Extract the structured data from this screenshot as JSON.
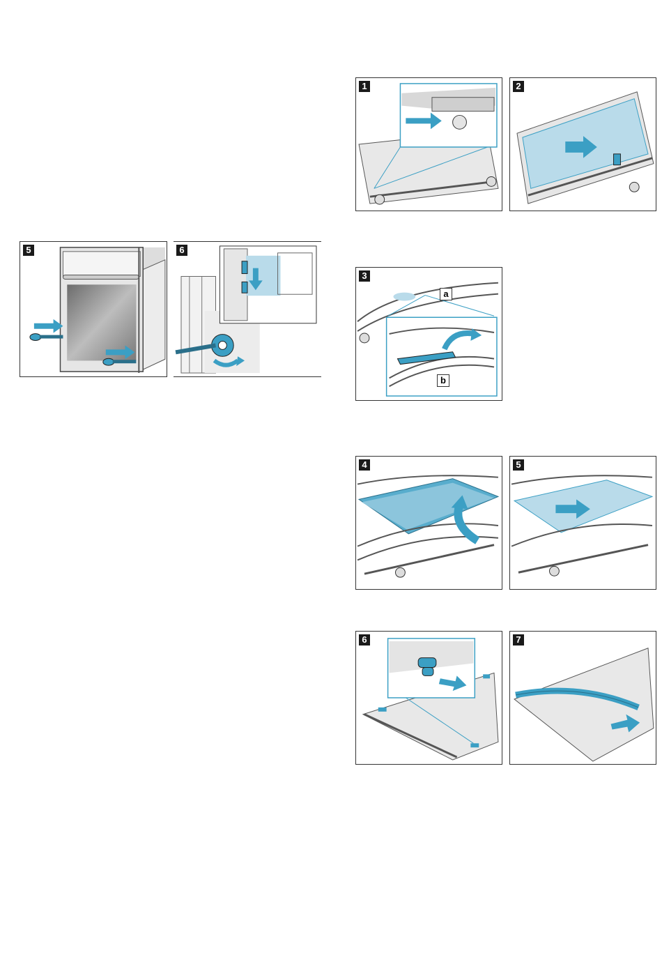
{
  "left_figures": [
    {
      "step": "5"
    },
    {
      "step": "6"
    }
  ],
  "right_figures": [
    {
      "step": "1"
    },
    {
      "step": "2"
    },
    {
      "step": "3",
      "callouts": [
        "a",
        "b"
      ]
    },
    {
      "step": "4"
    },
    {
      "step": "5"
    },
    {
      "step": "6"
    },
    {
      "step": "7"
    }
  ],
  "colors": {
    "accent": "#3b9fc4",
    "glass": "#b9dbea",
    "line": "#333333",
    "panel": "#e8e8e8"
  }
}
